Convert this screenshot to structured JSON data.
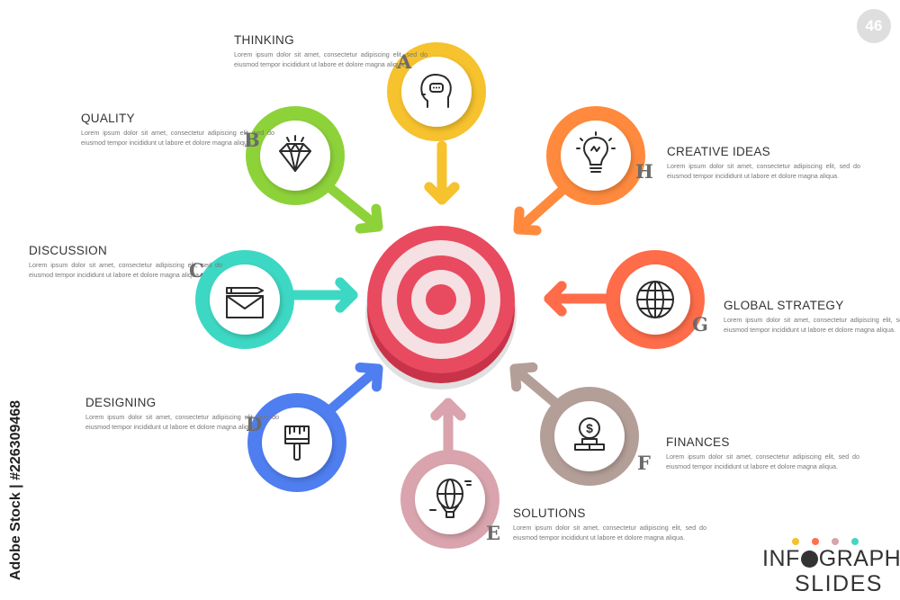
{
  "slide_number": "46",
  "watermark": "Adobe Stock | #226309468",
  "brand": {
    "line1a": "INF",
    "line1b": "GRAPHIC",
    "line2": "SLIDES",
    "dot_colors": [
      "#f5c12c",
      "#ff6f4e",
      "#d4a5ad",
      "#42d6c1"
    ]
  },
  "target_colors": [
    "#e84a5f",
    "#f5e0e3",
    "#e84a5f",
    "#f5e0e3",
    "#e84a5f"
  ],
  "steps": [
    {
      "letter": "A",
      "title": "THINKING",
      "color": "#f6c22d",
      "icon": "head-icon",
      "text": "Lorem ipsum dolor sit amet, consectetur adipiscing elit, sed do eiusmod tempor incididunt ut labore et dolore magna aliqua."
    },
    {
      "letter": "B",
      "title": "QUALITY",
      "color": "#8ed23a",
      "icon": "diamond-icon",
      "text": "Lorem ipsum dolor sit amet, consectetur adipiscing elit, sed do eiusmod tempor incididunt ut labore et dolore magna aliqua."
    },
    {
      "letter": "C",
      "title": "DISCUSSION",
      "color": "#3dd8c4",
      "icon": "envelope-icon",
      "text": "Lorem ipsum dolor sit amet, consectetur adipiscing elit, sed do eiusmod tempor incididunt ut labore et dolore magna aliqua."
    },
    {
      "letter": "D",
      "title": "DESIGNING",
      "color": "#4f7ef0",
      "icon": "paintbrush-icon",
      "text": "Lorem ipsum dolor sit amet, consectetur adipiscing elit, sed do eiusmod tempor incididunt ut labore et dolore magna aliqua."
    },
    {
      "letter": "E",
      "title": "SOLUTIONS",
      "color": "#d9a4ad",
      "icon": "hot-air-balloon-icon",
      "text": "Lorem ipsum dolor sit amet, consectetur adipiscing elit, sed do eiusmod tempor incididunt ut labore et dolore magna aliqua."
    },
    {
      "letter": "F",
      "title": "FINANCES",
      "color": "#b49f98",
      "icon": "coin-stack-icon",
      "text": "Lorem ipsum dolor sit amet, consectetur adipiscing elit, sed do eiusmod tempor incididunt ut labore et dolore magna aliqua."
    },
    {
      "letter": "G",
      "title": "GLOBAL STRATEGY",
      "color": "#ff6c4a",
      "icon": "globe-icon",
      "text": "Lorem ipsum dolor sit amet, consectetur adipiscing elit, sed do eiusmod tempor incididunt ut labore et dolore magna aliqua."
    },
    {
      "letter": "H",
      "title": "CREATIVE IDEAS",
      "color": "#ff8a3d",
      "icon": "lightbulb-icon",
      "text": "Lorem ipsum dolor sit amet, consectetur adipiscing elit, sed do eiusmod tempor incididunt ut labore et dolore magna aliqua."
    }
  ]
}
